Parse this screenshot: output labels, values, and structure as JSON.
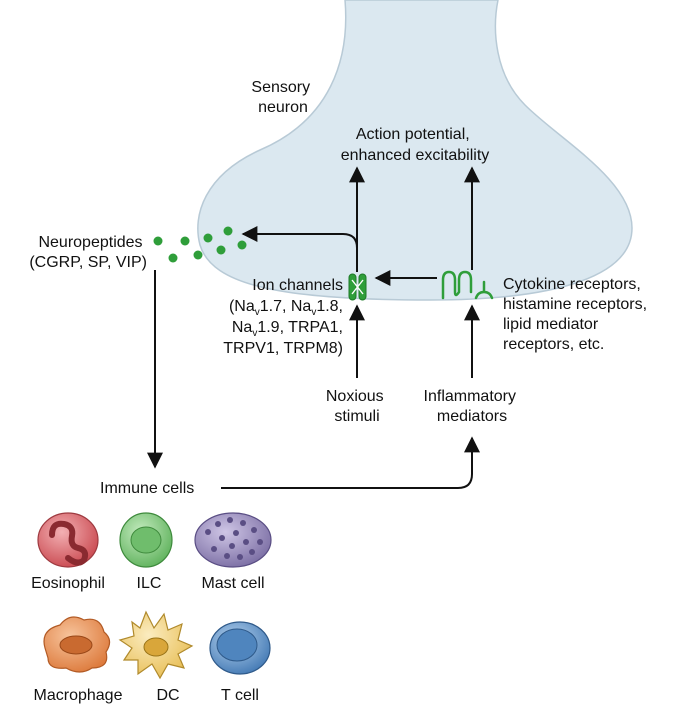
{
  "labels": {
    "sensory_neuron": [
      "Sensory",
      "neuron"
    ],
    "action_potential": [
      "Action potential,",
      "enhanced excitability"
    ],
    "neuropeptides": [
      "Neuropeptides",
      "(CGRP, SP, VIP)"
    ],
    "ion_channels_title": "Ion channels",
    "ion_channels_line1": {
      "open": "(Na",
      "sub1": "v",
      "mid": "1.7, Na",
      "sub2": "v",
      "end": "1.8,"
    },
    "ion_channels_line2": {
      "open": "Na",
      "sub1": "v",
      "end": "1.9, TRPA1,"
    },
    "ion_channels_line3": "TRPV1, TRPM8)",
    "receptors": [
      "Cytokine receptors,",
      "histamine receptors,",
      "lipid mediator",
      "receptors, etc."
    ],
    "noxious": [
      "Noxious",
      "stimuli"
    ],
    "inflammatory": [
      "Inflammatory",
      "mediators"
    ],
    "immune_cells": "Immune cells"
  },
  "cells": [
    {
      "name": "Eosinophil",
      "color": "#d9646a"
    },
    {
      "name": "ILC",
      "color": "#7cc67a"
    },
    {
      "name": "Mast cell",
      "color": "#8c7fb0"
    },
    {
      "name": "Macrophage",
      "color": "#e8915a"
    },
    {
      "name": "DC",
      "color": "#f2d27a"
    },
    {
      "name": "T cell",
      "color": "#5f94c8"
    }
  ],
  "colors": {
    "neuron_fill": "#dbe8f0",
    "neuron_stroke": "#b8cad6",
    "green": "#2f9e3a",
    "arrow": "#111111"
  }
}
